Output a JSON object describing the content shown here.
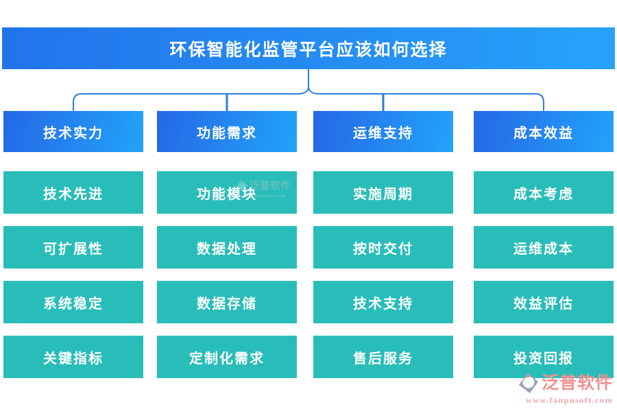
{
  "title": "环保智能化监管平台应该如何选择",
  "columns": [
    {
      "header": "技术实力",
      "items": [
        "技术先进",
        "可扩展性",
        "系统稳定",
        "关键指标"
      ]
    },
    {
      "header": "功能需求",
      "items": [
        "功能模块",
        "数据处理",
        "数据存储",
        "定制化需求"
      ]
    },
    {
      "header": "运维支持",
      "items": [
        "实施周期",
        "按时交付",
        "技术支持",
        "售后服务"
      ]
    },
    {
      "header": "成本效益",
      "items": [
        "成本考虑",
        "运维成本",
        "效益评估",
        "投资回报"
      ]
    }
  ],
  "branding": {
    "name": "泛普软件",
    "url": "www.fanpusoft.com",
    "logo_icon": "fanpu-diamond-logo"
  },
  "colors": {
    "title_gradient_start": "#2273ec",
    "title_gradient_end": "#27a3fa",
    "header_gradient_start": "#2568e6",
    "header_gradient_end": "#22a3fa",
    "node_teal": "#29bdb9",
    "connector_blue": "#2b7ce2",
    "brand_pink": "#ef9292",
    "text_white": "#ffffff"
  }
}
